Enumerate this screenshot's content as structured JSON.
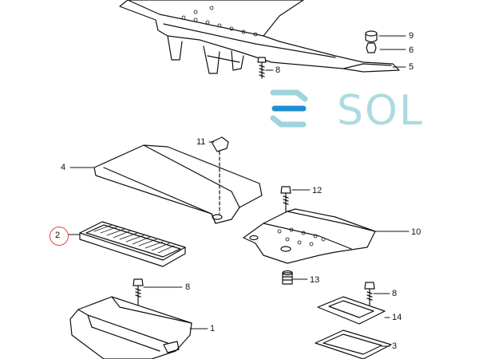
{
  "watermark": {
    "text": "SOL"
  },
  "callouts": [
    {
      "id": "c9",
      "label": "9"
    },
    {
      "id": "c6",
      "label": "6"
    },
    {
      "id": "c5",
      "label": "5"
    },
    {
      "id": "c8a",
      "label": "8"
    },
    {
      "id": "c11",
      "label": "11"
    },
    {
      "id": "c4",
      "label": "4"
    },
    {
      "id": "c12",
      "label": "12"
    },
    {
      "id": "c2",
      "label": "2"
    },
    {
      "id": "c10",
      "label": "10"
    },
    {
      "id": "c13",
      "label": "13"
    },
    {
      "id": "c8b",
      "label": "8"
    },
    {
      "id": "c8c",
      "label": "8"
    },
    {
      "id": "c14",
      "label": "14"
    },
    {
      "id": "c1",
      "label": "1"
    },
    {
      "id": "c3",
      "label": "3"
    }
  ],
  "colors": {
    "highlight": "#e0454b",
    "watermark": "#9fd4dc",
    "line": "#111111"
  }
}
